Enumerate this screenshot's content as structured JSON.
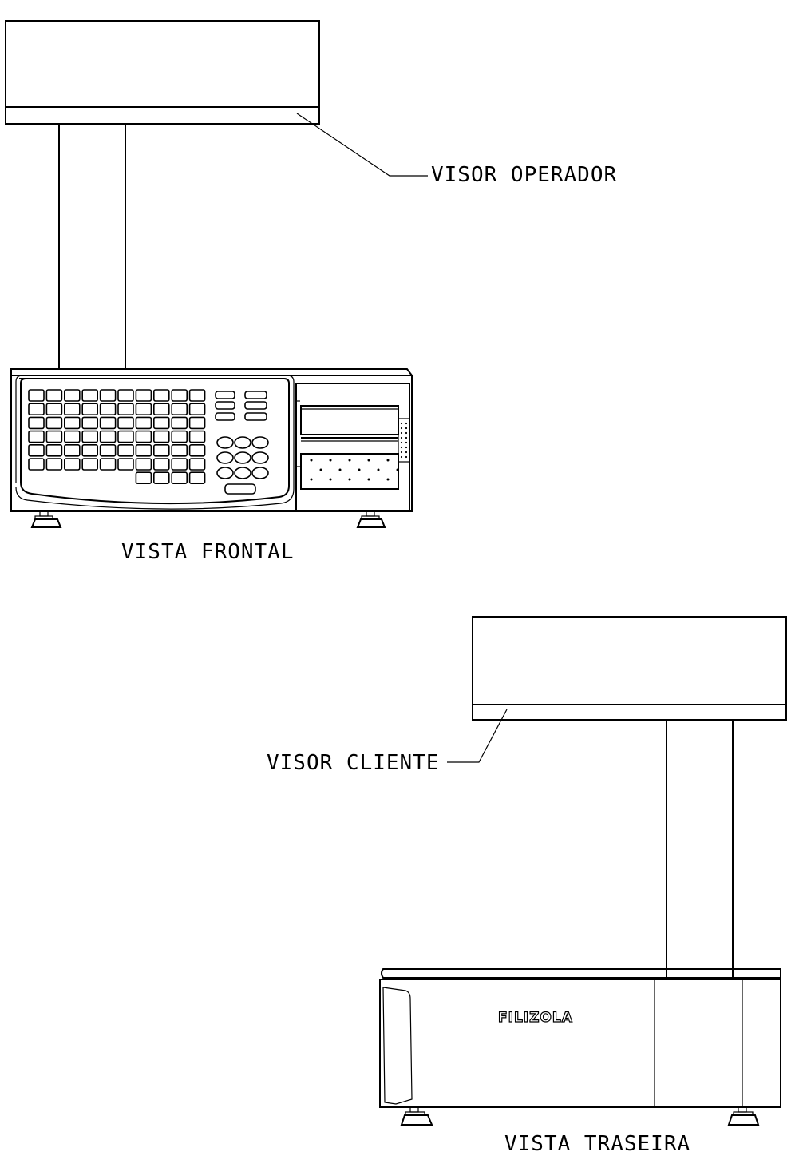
{
  "labels": {
    "visor_operador": "VISOR OPERADOR",
    "vista_frontal": "VISTA FRONTAL",
    "visor_cliente": "VISOR CLIENTE",
    "vista_traseira": "VISTA TRASEIRA",
    "brand": "FILIZOLA"
  },
  "keypad": {
    "rows": 6,
    "cols": 10
  },
  "colors": {
    "line": "#000000",
    "background": "#ffffff"
  }
}
